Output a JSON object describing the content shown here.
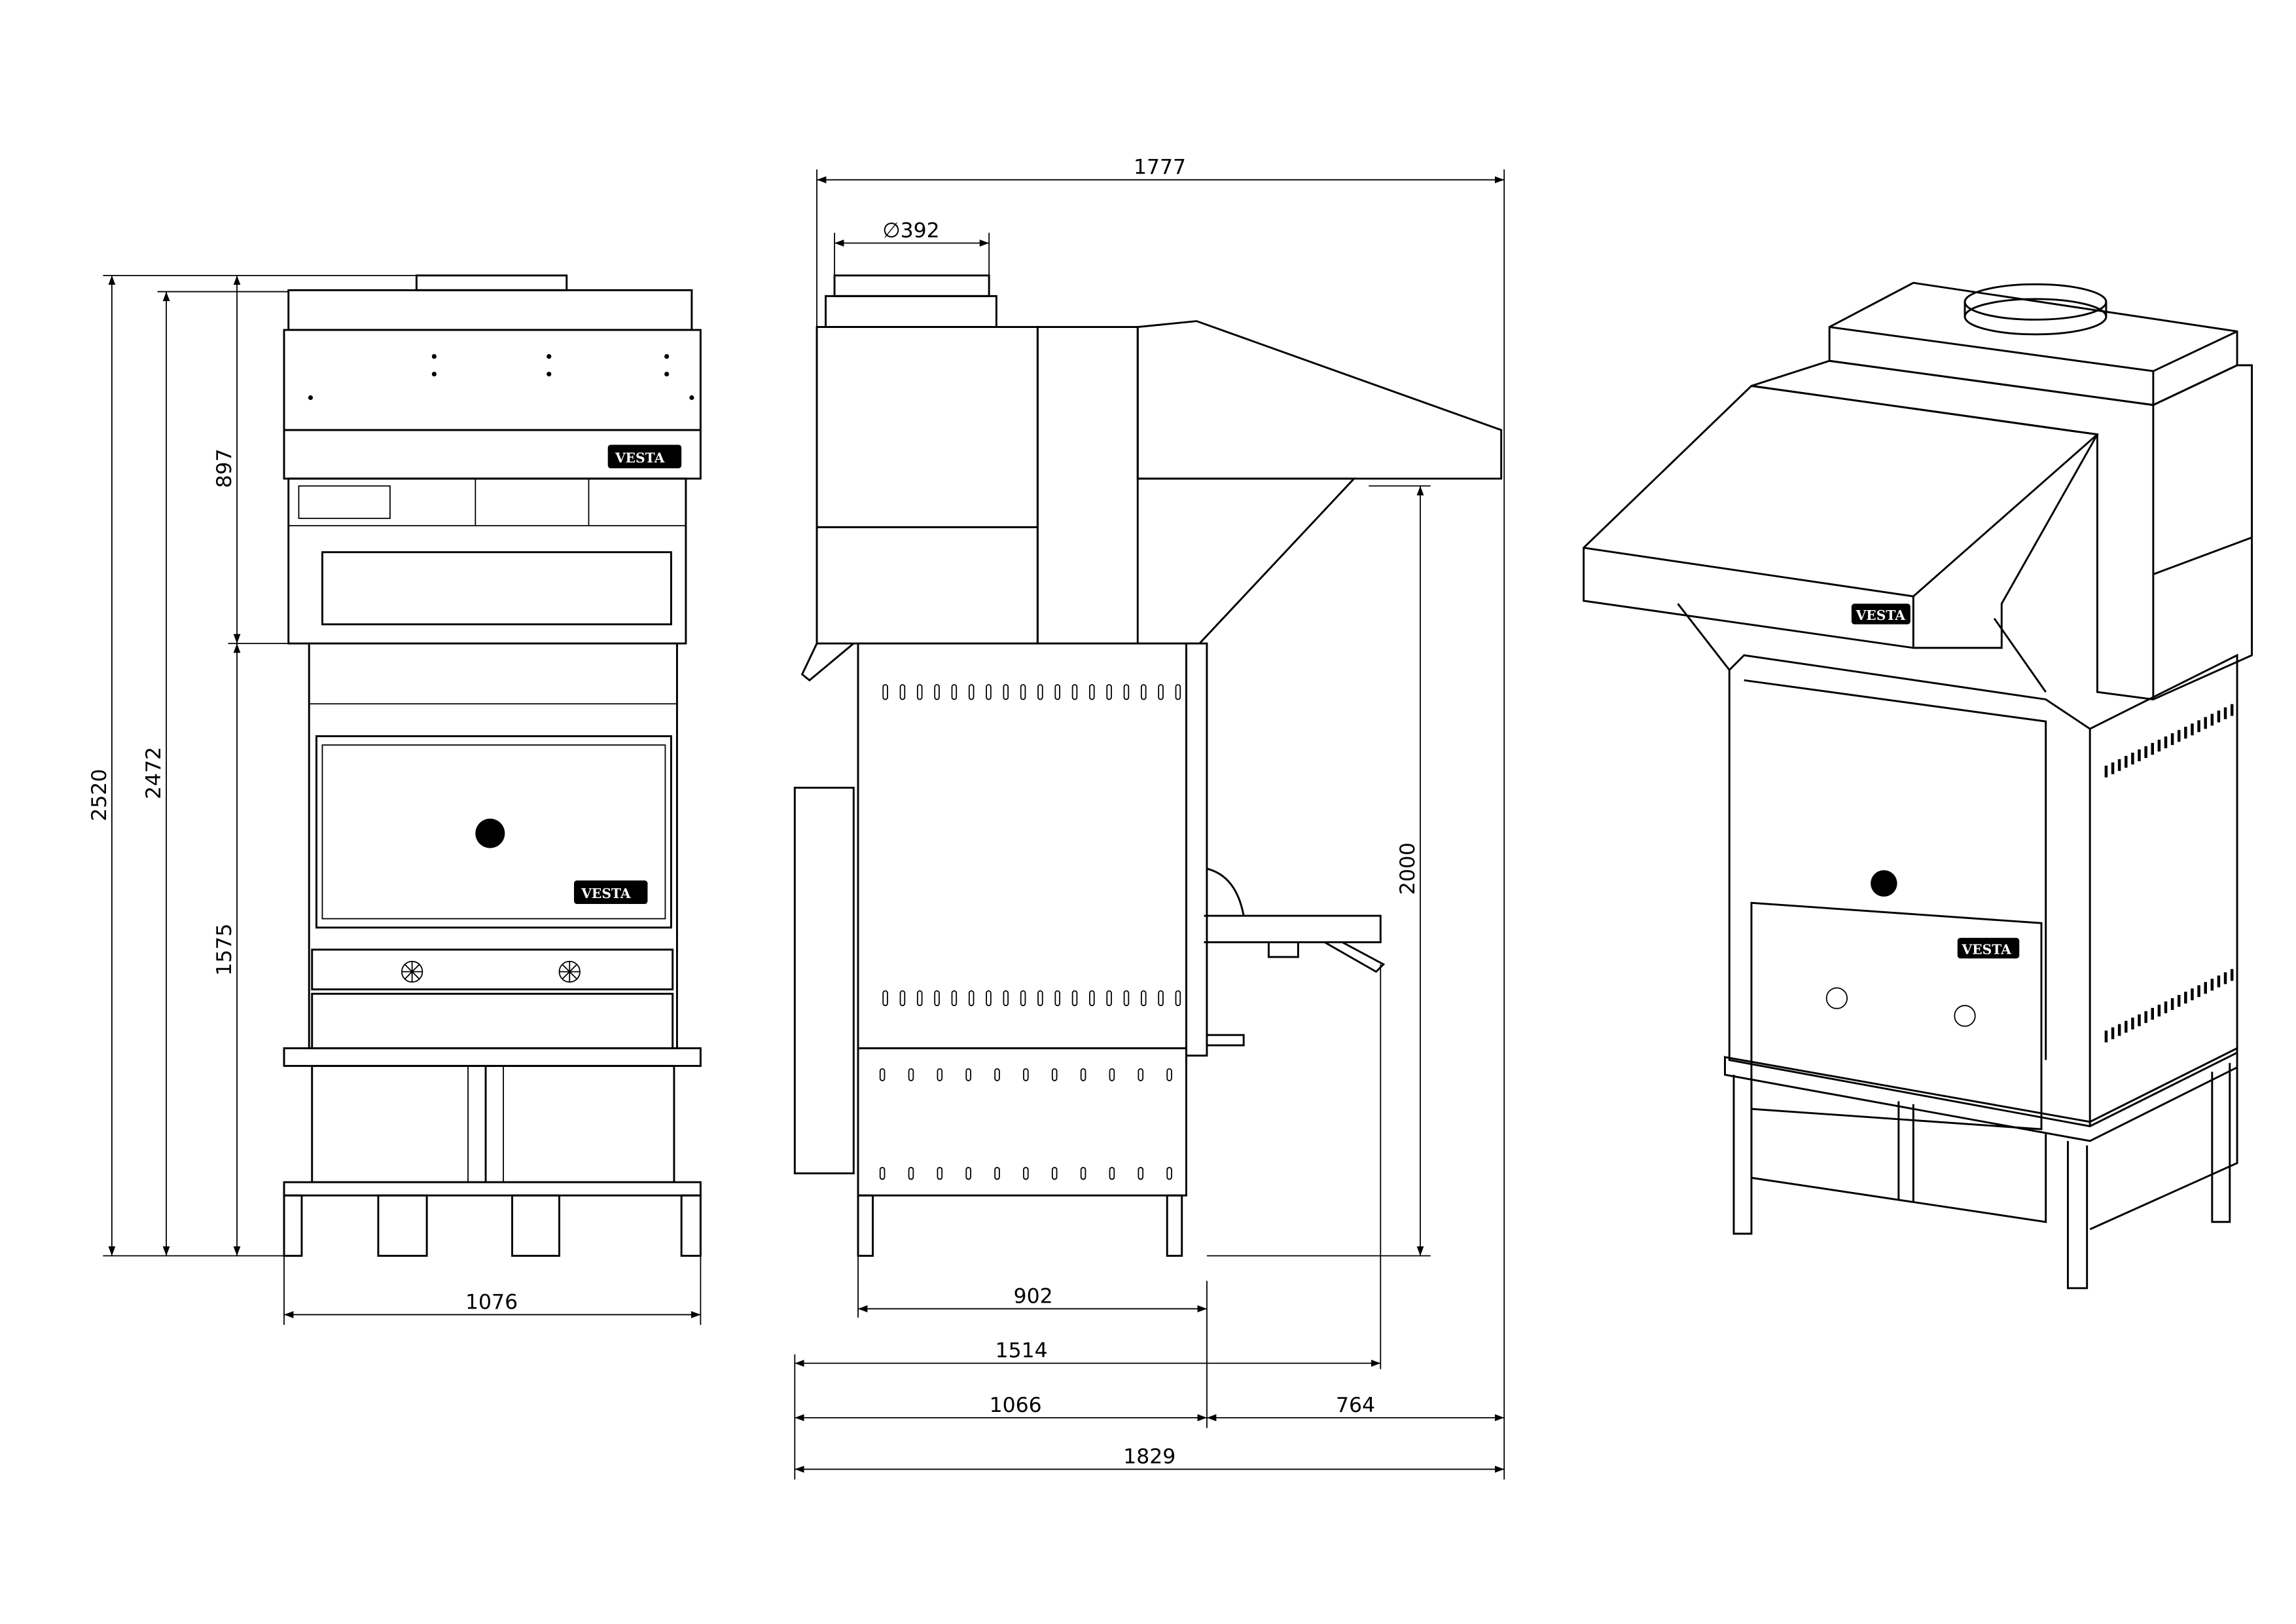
{
  "brand": "VESTA",
  "front_view": {
    "dims": {
      "overall_height": "2520",
      "body_height": "2472",
      "hood_height": "897",
      "base_height": "1575",
      "width": "1076"
    }
  },
  "side_view": {
    "dims": {
      "overall_depth": "1777",
      "flue_diameter": "∅392",
      "table_height": "2000",
      "body_depth": "902",
      "depth_with_tray": "1514",
      "base_depth": "1066",
      "hood_overhang": "764",
      "total_depth": "1829"
    }
  }
}
